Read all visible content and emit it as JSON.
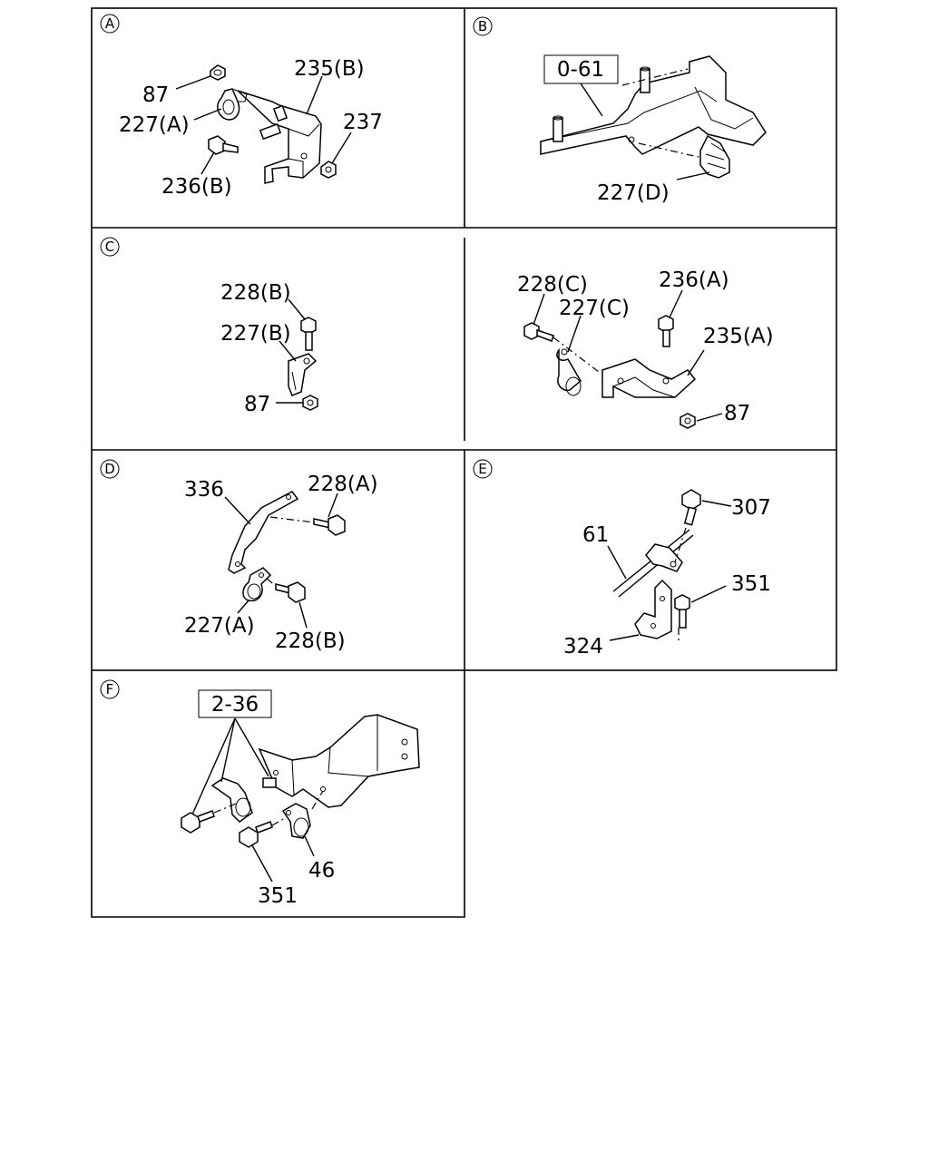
{
  "panels": {
    "a": {
      "marker": "A",
      "labels": [
        "87",
        "227(A)",
        "235(B)",
        "237",
        "236(B)"
      ]
    },
    "b": {
      "marker": "B",
      "ref_box": "0-61",
      "labels": [
        "227(D)"
      ]
    },
    "c": {
      "marker": "C",
      "labels": [
        "228(B)",
        "227(B)",
        "87"
      ]
    },
    "c2": {
      "labels": [
        "228(C)",
        "227(C)",
        "236(A)",
        "235(A)",
        "87"
      ]
    },
    "d": {
      "marker": "D",
      "labels": [
        "336",
        "228(A)",
        "227(A)",
        "228(B)"
      ]
    },
    "e": {
      "marker": "E",
      "labels": [
        "307",
        "61",
        "351",
        "324"
      ]
    },
    "f": {
      "marker": "F",
      "ref_box": "2-36",
      "labels": [
        "46",
        "351"
      ]
    }
  }
}
